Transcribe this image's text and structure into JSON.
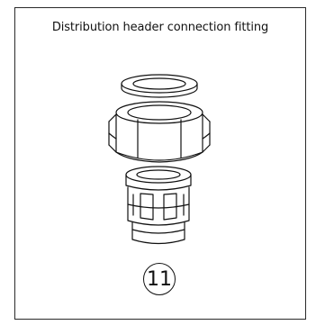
{
  "header": {
    "title": "Distribution header connection fitting"
  },
  "parts": [
    {
      "name": "flat-washer"
    },
    {
      "name": "hex-nut"
    },
    {
      "name": "push-fit-adapter"
    }
  ],
  "label": {
    "number": "11"
  },
  "colors": {
    "stroke": "#111111",
    "panel_border": "#2a2a2a",
    "background": "#ffffff"
  }
}
